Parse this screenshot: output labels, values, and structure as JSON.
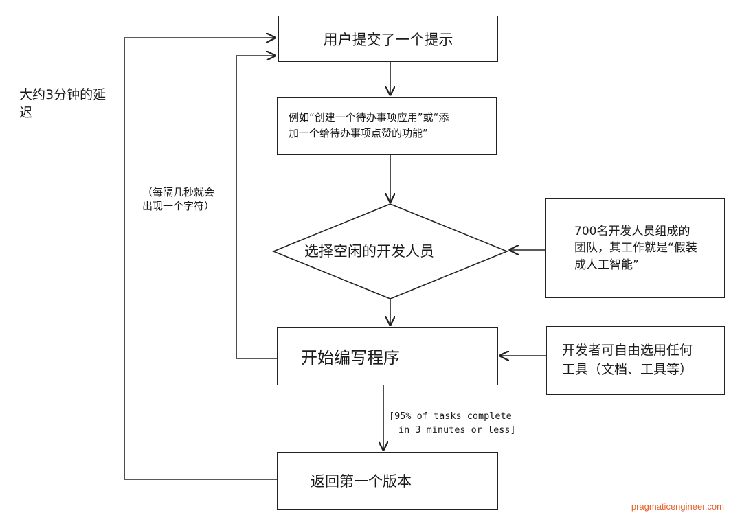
{
  "nodes": {
    "submit_prompt": "用户提交了一个提示",
    "example_line1": "例如“创建一个待办事项应用”或“添",
    "example_line2": "加一个给待办事项点赞的功能”",
    "choose_dev": "选择空闲的开发人员",
    "start_coding": "开始编写程序",
    "return_version": "返回第一个版本",
    "team_line1": "700名开发人员组成的",
    "team_line2": "团队，其工作就是“假装",
    "team_line3": "成人工智能”",
    "tools_line1": "开发者可自由选用任何",
    "tools_line2": "工具（文档、工具等）"
  },
  "annotations": {
    "delay_line1": "大约3分钟的延",
    "delay_line2": "迟",
    "chars_line1": "（每隔几秒就会",
    "chars_line2": "出现一个字符）",
    "tasks_line1": "[95% of tasks complete",
    "tasks_line2": "in 3 minutes or less]"
  },
  "footer": "pragmaticengineer.com"
}
